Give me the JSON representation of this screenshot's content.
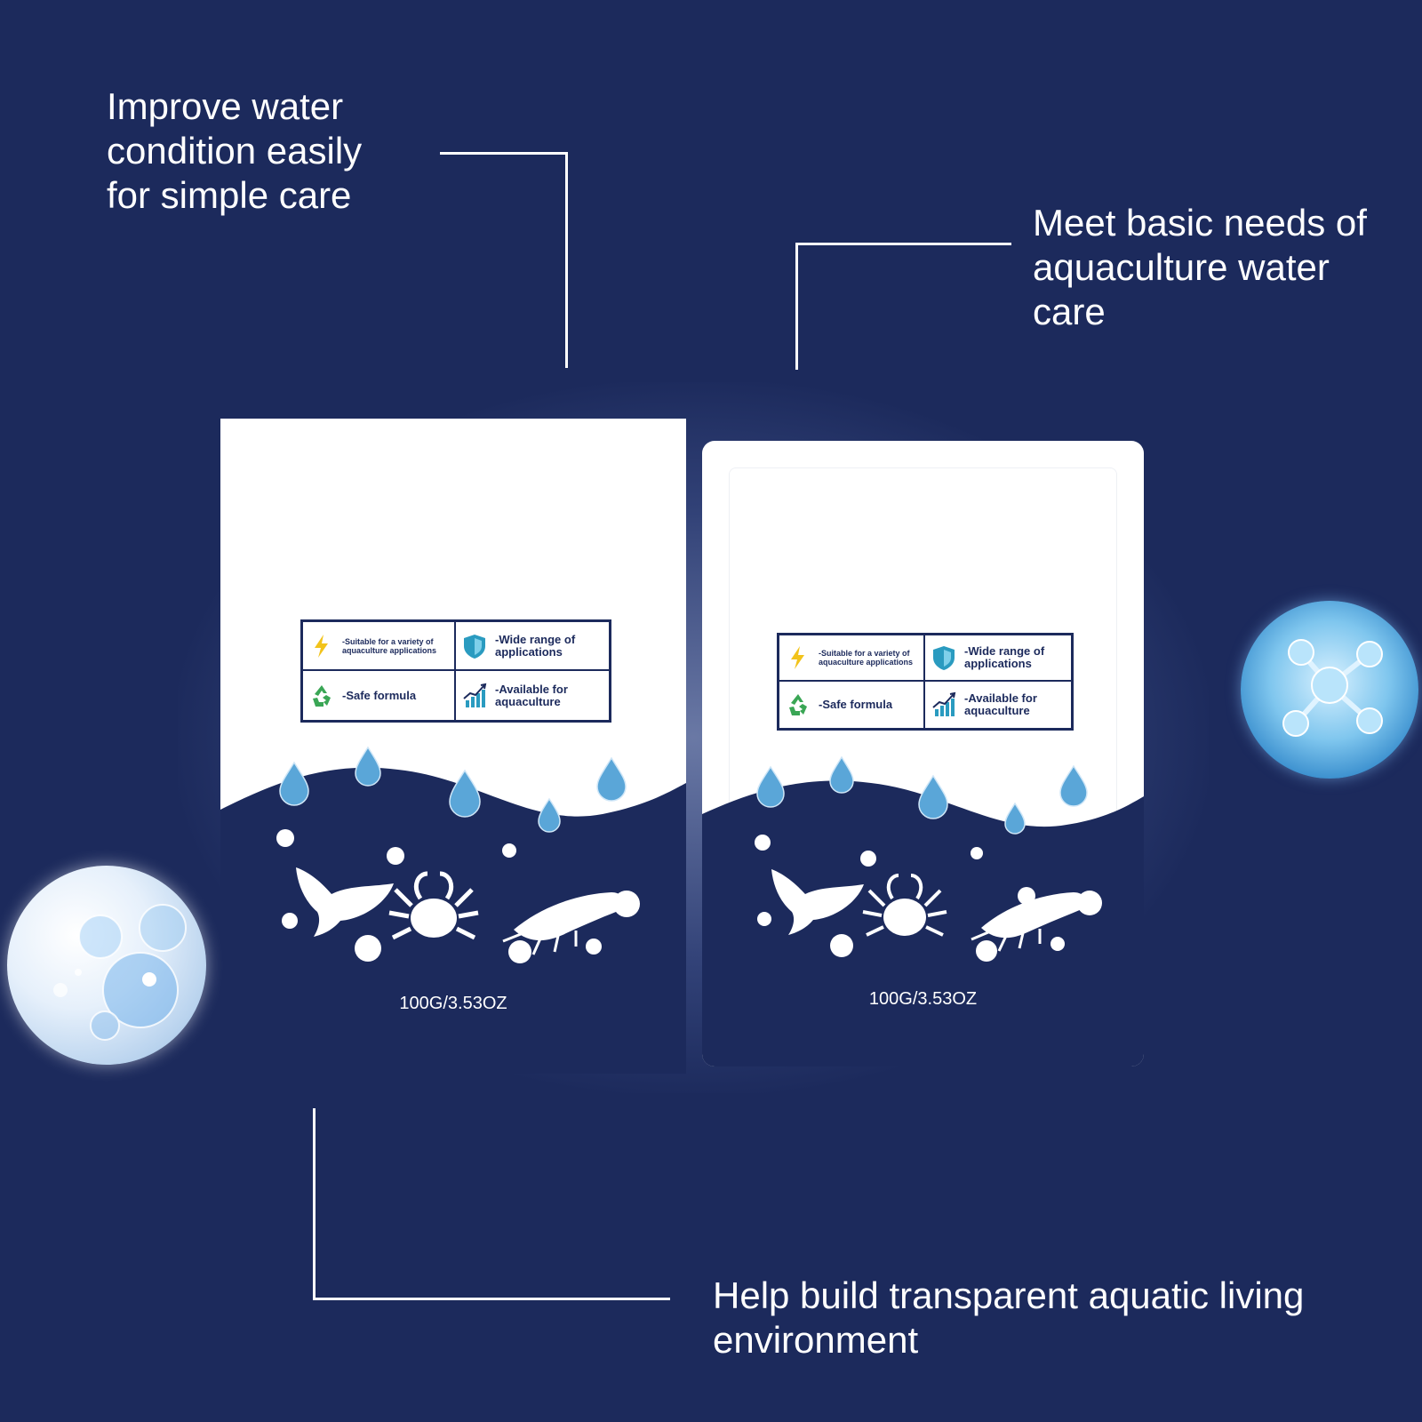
{
  "callouts": {
    "top_left": "Improve water condition easily for simple care",
    "top_right": "Meet basic needs of aquaculture water care",
    "bottom": "Help build transparent aquatic living environment"
  },
  "product": {
    "features": [
      {
        "icon": "lightning-icon",
        "label": "-Suitable for a variety of aquaculture applications"
      },
      {
        "icon": "shield-icon",
        "label": "-Wide range of applications"
      },
      {
        "icon": "recycle-icon",
        "label": "-Safe formula"
      },
      {
        "icon": "growth-chart-icon",
        "label": "-Available for aquaculture"
      }
    ],
    "weight": "100G/3.53OZ"
  },
  "colors": {
    "background": "#1c2a5c",
    "pouch_navy": "#1c2a5c",
    "pouch_white": "#ffffff",
    "droplet_blue": "#5aa6d8",
    "lightning_yellow": "#f2c31b",
    "shield_teal": "#2a9bc0",
    "recycle_green": "#3aa655"
  }
}
